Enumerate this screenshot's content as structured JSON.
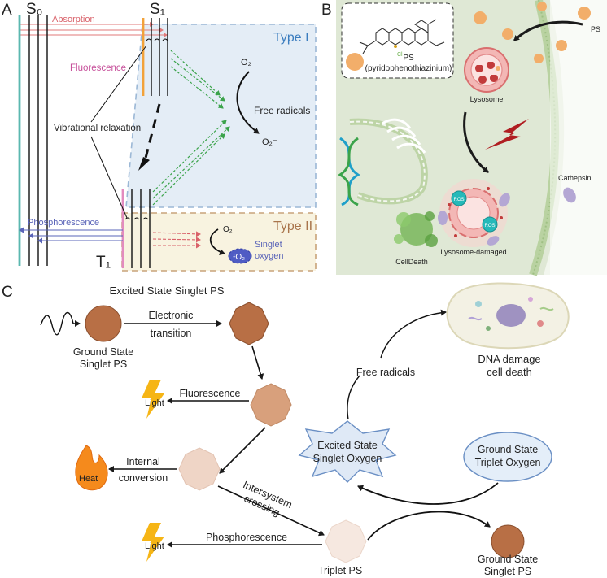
{
  "panel_a": {
    "letter": "A",
    "s0": "S₀",
    "s1": "S₁",
    "t1": "T₁",
    "absorption": "Absorption",
    "fluorescence": "Fluorescence",
    "vibrational_relaxation": "Vibrational relaxation",
    "phosphorescence": "Phosphorescence",
    "type1": "Type I",
    "type2": "Type II",
    "o2": "O₂",
    "o2_minus": "O₂⁻",
    "free_radicals": "Free radicals",
    "o2_t2": "O₂",
    "singlet_o2": "¹O₂",
    "singlet": "Singlet",
    "oxygen": "oxygen"
  },
  "panel_b": {
    "letter": "B",
    "ps_label": "PS",
    "ps_name": "(pyridophenothiazinium)",
    "ps_right": "PS",
    "lysosome": "Lysosome",
    "cathepsin": "Cathepsin",
    "ros1": "ROS",
    "ros2": "ROS",
    "lysosome_damaged": "Lysosome-damaged",
    "cell_death": "CellDeath",
    "colors": {
      "background": "#dfe8d5",
      "membrane": "#b9d2a1",
      "ps": "#f2ae6a",
      "lysosome": "#f3b7b5",
      "cathepsin": "#b4a7d4",
      "ros": "#25b9b9",
      "bolt": "#b01e22"
    }
  },
  "panel_c": {
    "letter": "C",
    "excited_singlet_ps": "Excited State Singlet PS",
    "electronic": "Electronic",
    "transition": "transition",
    "ground_state": "Ground State",
    "singlet_ps": "Singlet PS",
    "light1": "Light",
    "fluorescence": "Fluorescence",
    "heat": "Heat",
    "internal": "Internal",
    "conversion": "conversion",
    "intersystem": "Intersystem",
    "crossing": "crossing",
    "light2": "Light",
    "phosphorescence": "Phosphorescence",
    "triplet_ps": "Triplet PS",
    "free_radicals": "Free radicals",
    "excited_state": "Excited State",
    "singlet_oxygen": "Singlet Oxygen",
    "dna_damage": "DNA damage",
    "cell_death": "cell death",
    "ground_state_o": "Ground State",
    "triplet_oxygen": "Triplet Oxygen",
    "ground_state_ps": "Ground State",
    "singlet_ps_2": "Singlet PS",
    "colors": {
      "ps_dark": "#b86f45",
      "ps_mid": "#d8a07c",
      "ps_light": "#efd5c6",
      "ps_pale": "#f6e8e0",
      "light": "#f6b515",
      "flame": "#f58a1c",
      "star": "#dfe9f6",
      "oval": "#e4eef9"
    }
  }
}
